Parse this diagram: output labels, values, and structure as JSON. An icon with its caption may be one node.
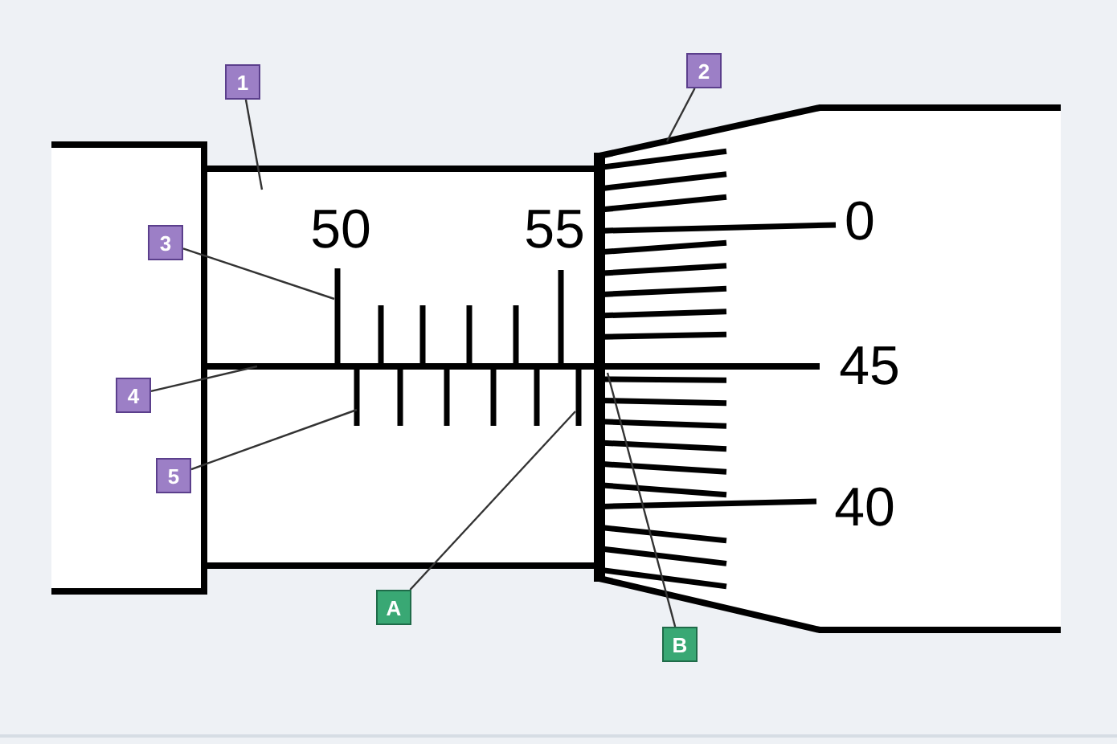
{
  "diagram": {
    "nodes": [
      {
        "text": [
          "1"
        ]
      },
      {
        "text": [
          "2"
        ]
      },
      {
        "text": [
          "3"
        ]
      },
      {
        "text": [
          "4"
        ]
      },
      {
        "text": [
          "5"
        ]
      },
      {
        "text": [
          "A"
        ]
      },
      {
        "text": [
          "B"
        ]
      }
    ],
    "edges": [
      {
        "from": 0,
        "to": null,
        "arrow": "none"
      },
      {
        "from": 1,
        "to": null,
        "arrow": "none"
      },
      {
        "from": 2,
        "to": null,
        "arrow": "none"
      },
      {
        "from": 3,
        "to": null,
        "arrow": "none"
      },
      {
        "from": 4,
        "to": null,
        "arrow": "none"
      },
      {
        "from": 5,
        "to": null,
        "arrow": "none"
      },
      {
        "from": 6,
        "to": null,
        "arrow": "none"
      }
    ],
    "labels": [
      "50",
      "55",
      "0",
      "45",
      "40"
    ]
  }
}
